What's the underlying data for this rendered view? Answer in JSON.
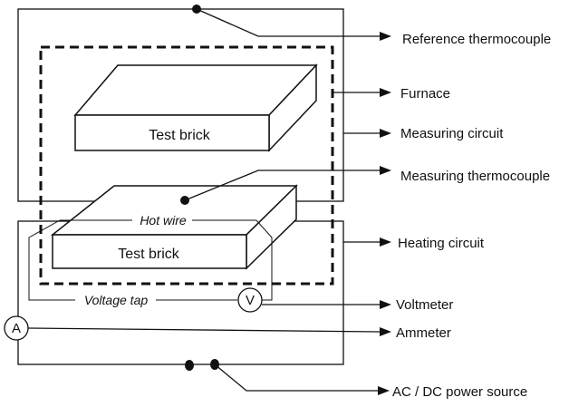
{
  "labels": {
    "reference_thermocouple": "Reference thermocouple",
    "furnace": "Furnace",
    "measuring_circuit": "Measuring circuit",
    "measuring_thermocouple": "Measuring thermocouple",
    "heating_circuit": "Heating circuit",
    "voltmeter": "Voltmeter",
    "ammeter": "Ammeter",
    "power_source": "AC / DC power source"
  },
  "bricks": {
    "upper": "Test brick",
    "lower": "Test brick"
  },
  "annotations": {
    "hot_wire": "Hot wire",
    "voltage_tap": "Voltage tap"
  },
  "meters": {
    "voltmeter_symbol": "V",
    "ammeter_symbol": "A"
  },
  "colors": {
    "line": "#111111",
    "background": "#ffffff"
  }
}
